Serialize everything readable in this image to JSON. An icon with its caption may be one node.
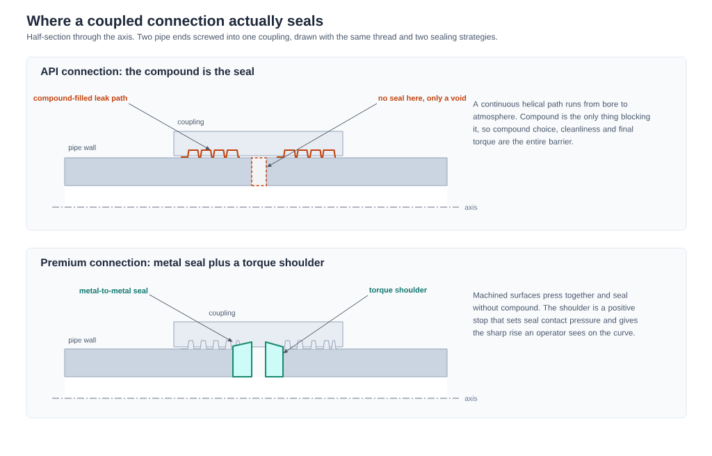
{
  "diagram": {
    "title": "Where a coupled connection actually seals",
    "caption": "Half-section through the axis. Two pipe ends screwed into one coupling, drawn with the same thread and two sealing strategies.",
    "nodes": [
      {
        "text": [
          "API connection: the compound is the seal",
          "A continuous helical path runs from bore to atmosphere. Compound is the only thing blocking it, so compound choice, cleanliness and final torque are the entire barrier."
        ]
      },
      {
        "text": [
          "compound-filled leak path"
        ],
        "in": 0
      },
      {
        "text": [],
        "shape": "zigzag",
        "in": 0
      },
      {
        "text": [
          "no seal here, only a void"
        ],
        "in": 0
      },
      {
        "text": [],
        "shape": "box",
        "in": 0
      },
      {
        "text": [
          "Premium connection: metal seal plus a torque shoulder",
          "Machined surfaces press together and seal without compound. The shoulder is a positive stop that sets seal contact pressure and gives the sharp rise an operator sees on the curve."
        ]
      },
      {
        "text": [
          "metal-to-metal seal"
        ],
        "in": 5
      },
      {
        "text": [],
        "shape": "trapezoid",
        "in": 5
      },
      {
        "text": [
          "torque shoulder"
        ],
        "in": 5
      },
      {
        "text": [],
        "shape": "trapezoid",
        "in": 5
      }
    ],
    "edges": [
      {
        "from": 1,
        "to": 2,
        "arrow": "to"
      },
      {
        "from": 3,
        "to": 4,
        "arrow": "to"
      },
      {
        "from": 6,
        "to": 7,
        "arrow": "to"
      },
      {
        "from": 8,
        "to": 9,
        "arrow": "to"
      }
    ],
    "labels": [
      "coupling",
      "pipe wall",
      "axis",
      "coupling",
      "pipe wall",
      "axis"
    ]
  }
}
